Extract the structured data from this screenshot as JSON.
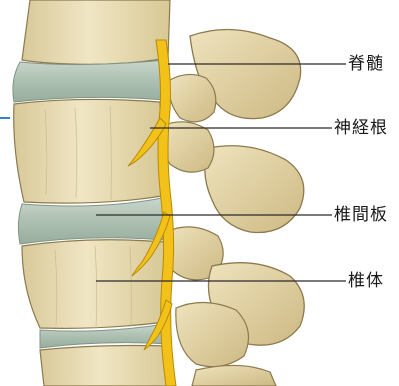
{
  "labels": {
    "spinal_cord": "脊髄",
    "nerve_root": "神経根",
    "disc": "椎間板",
    "vertebral_body": "椎体"
  },
  "colors": {
    "bone": "#eadfb8",
    "bone_shade": "#cdbd8b",
    "bone_outline": "#8c7a4e",
    "disc": "#b9c9bd",
    "disc_shade": "#93a898",
    "nerve": "#f2c21a",
    "nerve_outline": "#b78a05",
    "leader_line": "#2a2a2a",
    "accent_tick": "#2f86c9"
  }
}
